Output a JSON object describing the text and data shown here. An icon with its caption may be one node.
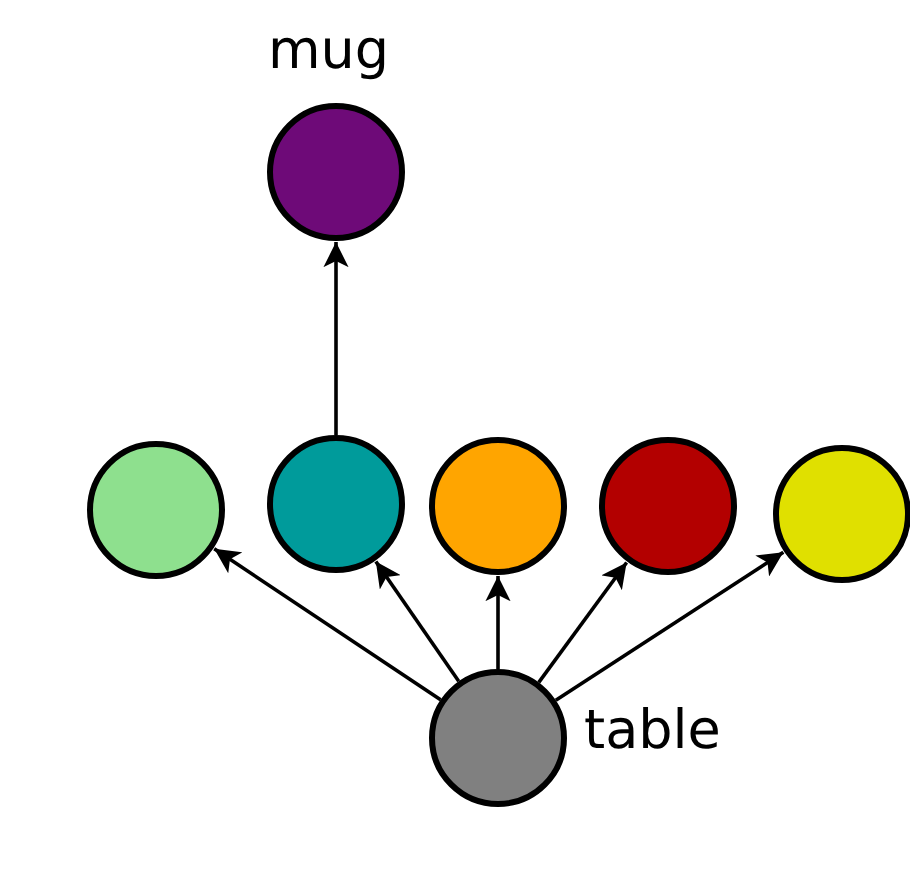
{
  "diagram": {
    "nodes": [
      {
        "text": [
          "mug"
        ]
      },
      {
        "text": [],
        "shape": "circle"
      },
      {
        "text": [],
        "shape": "circle"
      },
      {
        "text": [],
        "shape": "circle"
      },
      {
        "text": [],
        "shape": "circle"
      },
      {
        "text": [],
        "shape": "circle"
      },
      {
        "text": [
          "table"
        ]
      }
    ],
    "edges": [
      {
        "from": 2,
        "to": 0,
        "arrow": "to"
      },
      {
        "from": 6,
        "to": 1,
        "arrow": "to"
      },
      {
        "from": 6,
        "to": 2,
        "arrow": "to"
      },
      {
        "from": 6,
        "to": 3,
        "arrow": "to"
      },
      {
        "from": 6,
        "to": 4,
        "arrow": "to"
      },
      {
        "from": 6,
        "to": 5,
        "arrow": "to"
      }
    ]
  }
}
